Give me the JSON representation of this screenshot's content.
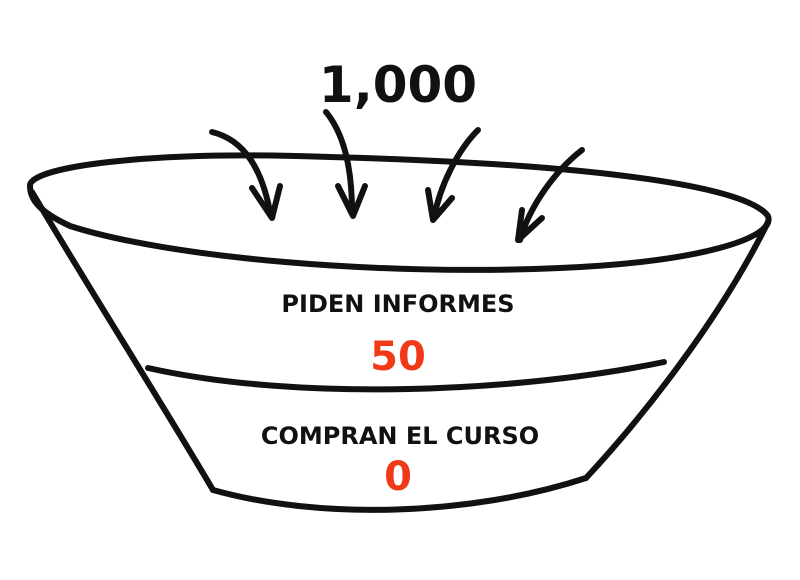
{
  "funnel": {
    "visitors": "1,000",
    "stages": [
      {
        "label": "PIDEN INFORMES",
        "value": "50"
      },
      {
        "label": "COMPRAN EL CURSO",
        "value": "0"
      }
    ]
  },
  "colors": {
    "ink": "#111111",
    "accent": "#f03a17",
    "background": "#ffffff"
  }
}
